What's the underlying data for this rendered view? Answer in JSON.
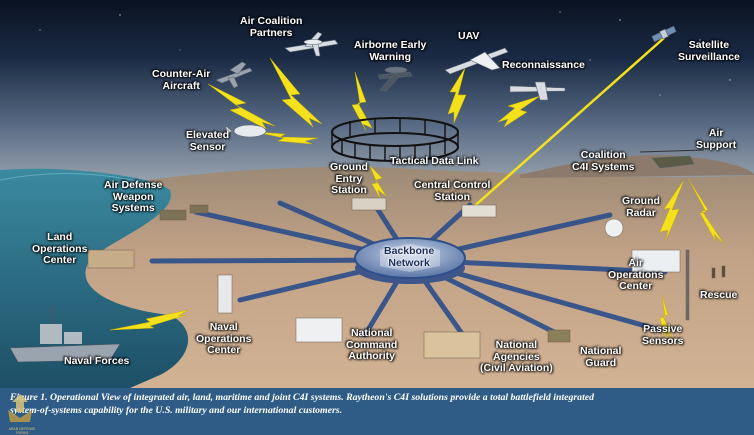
{
  "labels": {
    "air_coalition_partners": [
      "Air Coalition",
      "Partners"
    ],
    "airborne_early_warning": [
      "Airborne Early",
      "Warning"
    ],
    "uav": [
      "UAV"
    ],
    "satellite_surveillance": [
      "Satellite",
      "Surveillance"
    ],
    "counter_air_aircraft": [
      "Counter-Air",
      "Aircraft"
    ],
    "reconnaissance": [
      "Reconnaissance"
    ],
    "elevated_sensor": [
      "Elevated",
      "Sensor"
    ],
    "tactical_data_link": [
      "Tactical Data Link"
    ],
    "air_support": [
      "Air",
      "Support"
    ],
    "coalition_c4i": [
      "Coalition",
      "C4I Systems"
    ],
    "ground_entry_station": [
      "Ground",
      "Entry",
      "Station"
    ],
    "central_control_station": [
      "Central Control",
      "Station"
    ],
    "air_defense_weapon_systems": [
      "Air Defense",
      "Weapon",
      "Systems"
    ],
    "ground_radar": [
      "Ground",
      "Radar"
    ],
    "land_operations_center": [
      "Land",
      "Operations",
      "Center"
    ],
    "backbone_network": [
      "Backbone",
      "Network"
    ],
    "air_operations_center": [
      "Air",
      "Operations",
      "Center"
    ],
    "rescue": [
      "Rescue"
    ],
    "naval_operations_center": [
      "Naval",
      "Operations",
      "Center"
    ],
    "passive_sensors": [
      "Passive",
      "Sensors"
    ],
    "national_command_authority": [
      "National",
      "Command",
      "Authority"
    ],
    "national_agencies": [
      "National",
      "Agencies",
      "(Civil Aviation)"
    ],
    "national_guard": [
      "National",
      "Guard"
    ],
    "naval_forces": [
      "Naval Forces"
    ]
  },
  "caption": {
    "line1": "Figure 1. Operational View of integrated air, land, maritime and joint C4I systems. Raytheon's C4I solutions provide a total battlefield integrated",
    "line2": "system-of-systems capability for the U.S. military and our international customers."
  },
  "logo_text": "ARAB DEFENSE FORUM",
  "colors": {
    "sky_top": "#0b1626",
    "sky_mid": "#4a5f7c",
    "sea": "#2c6f86",
    "land": "#b89878",
    "link_blue": "#2e4f8a",
    "lightning": "#f4e11c",
    "caption_bg": "#2f5c86",
    "backbone_hub": "#8ea4c8"
  }
}
